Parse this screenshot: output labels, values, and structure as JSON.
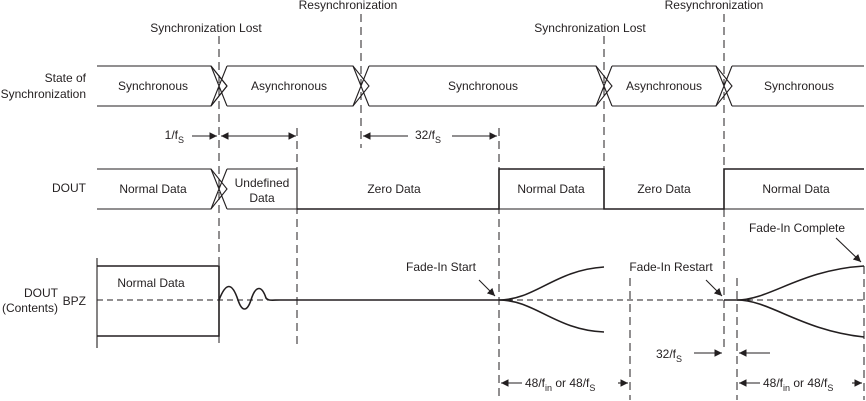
{
  "markers": {
    "sync_lost_1": "Synchronization Lost",
    "resync_1": "Resynchronization",
    "sync_lost_2": "Synchronization Lost",
    "resync_2": "Resynchronization"
  },
  "rows": {
    "state_line1": "State of",
    "state_line2": "Synchronization",
    "dout": "DOUT",
    "contents_line1": "DOUT",
    "contents_line2": "(Contents)",
    "bpz": "BPZ"
  },
  "state_segments": [
    "Synchronous",
    "Asynchronous",
    "Synchronous",
    "Asynchronous",
    "Synchronous"
  ],
  "dout_segments": {
    "normal1": "Normal Data",
    "undefined1": "Undefined",
    "undefined2": "Data",
    "zero1": "Zero Data",
    "normal2": "Normal Data",
    "zero2": "Zero Data",
    "normal3": "Normal Data"
  },
  "timing": {
    "one_fs_main": "1/f",
    "one_fs_sub": "S",
    "t32_1_main": "32/f",
    "t32_1_sub": "S",
    "t32_2_main": "32/f",
    "t32_2_sub": "S",
    "fade1_a": "48/f",
    "fade1_a_sub": "in",
    "fade1_b": " or 48/f",
    "fade1_b_sub": "S",
    "fade2_a": "48/f",
    "fade2_a_sub": "in",
    "fade2_b": " or 48/f",
    "fade2_b_sub": "S"
  },
  "annotations": {
    "contents_normal": "Normal Data",
    "fade_in_start": "Fade-In Start",
    "fade_in_restart": "Fade-In Restart",
    "fade_in_complete": "Fade-In Complete"
  }
}
